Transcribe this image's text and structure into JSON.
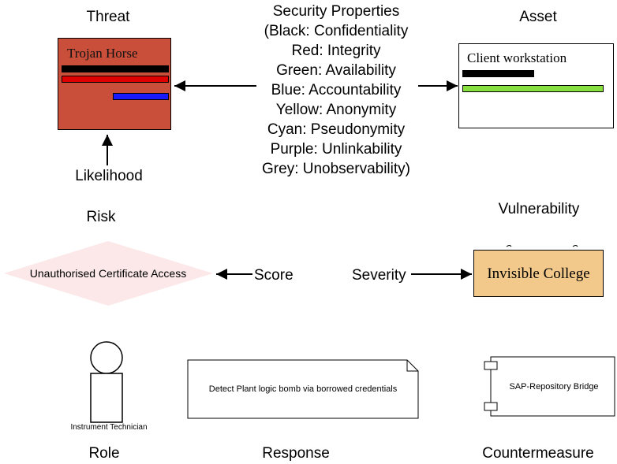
{
  "threat": {
    "heading": "Threat",
    "name": "Trojan Horse",
    "fill": "#c94f3a",
    "bars": [
      "#000000",
      "#e00000",
      "#1a1aff"
    ]
  },
  "asset": {
    "heading": "Asset",
    "name": "Client workstation",
    "bars": [
      "#000000",
      "#88e040"
    ]
  },
  "security_properties": {
    "lines": [
      "Security Properties",
      "(Black: Confidentiality",
      "Red: Integrity",
      "Green: Availability",
      "Blue: Accountability",
      "Yellow: Anonymity",
      "Cyan: Pseudonymity",
      "Purple: Unlinkability",
      "Grey: Unobservability)"
    ]
  },
  "likelihood": {
    "label": "Likelihood"
  },
  "risk": {
    "heading": "Risk",
    "name": "Unauthorised Certificate Access",
    "fill": "#fce8e8"
  },
  "score": {
    "label": "Score"
  },
  "severity": {
    "label": "Severity"
  },
  "vulnerability": {
    "heading": "Vulnerability",
    "name": "Invisible College",
    "fill": "#f2c98a"
  },
  "role": {
    "heading": "Role",
    "name": "Instrument Technician"
  },
  "response": {
    "heading": "Response",
    "name": "Detect Plant logic bomb via borrowed credentials"
  },
  "countermeasure": {
    "heading": "Countermeasure",
    "name": "SAP-Repository Bridge"
  }
}
